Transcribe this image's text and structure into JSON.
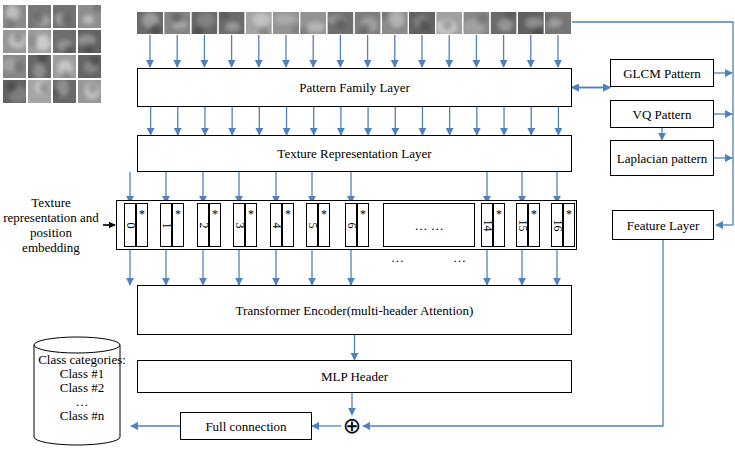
{
  "diagram": {
    "nodes": [
      {
        "text": [
          "Pattern Family Layer"
        ]
      },
      {
        "text": [
          "GLCM Pattern"
        ]
      },
      {
        "text": [
          "VQ Pattern"
        ]
      },
      {
        "text": [
          "Laplacian pattern"
        ]
      },
      {
        "text": [
          "Texture Representation Layer"
        ]
      },
      {
        "text": [
          "Texture representation and position embedding"
        ]
      },
      {
        "text": [
          "0"
        ],
        "in": 5
      },
      {
        "text": [
          "*"
        ],
        "in": 5
      },
      {
        "text": [
          "1"
        ],
        "in": 5
      },
      {
        "text": [
          "*"
        ],
        "in": 5
      },
      {
        "text": [
          "2"
        ],
        "in": 5
      },
      {
        "text": [
          "*"
        ],
        "in": 5
      },
      {
        "text": [
          "3"
        ],
        "in": 5
      },
      {
        "text": [
          "*"
        ],
        "in": 5
      },
      {
        "text": [
          "4"
        ],
        "in": 5
      },
      {
        "text": [
          "*"
        ],
        "in": 5
      },
      {
        "text": [
          "5"
        ],
        "in": 5
      },
      {
        "text": [
          "*"
        ],
        "in": 5
      },
      {
        "text": [
          "6"
        ],
        "in": 5
      },
      {
        "text": [
          "*"
        ],
        "in": 5
      },
      {
        "text": [
          "… …"
        ],
        "in": 5
      },
      {
        "text": [
          "14"
        ],
        "in": 5
      },
      {
        "text": [
          "*"
        ],
        "in": 5
      },
      {
        "text": [
          "15"
        ],
        "in": 5
      },
      {
        "text": [
          "*"
        ],
        "in": 5
      },
      {
        "text": [
          "16"
        ],
        "in": 5
      },
      {
        "text": [
          "*"
        ],
        "in": 5
      },
      {
        "text": [
          "Feature Layer"
        ]
      },
      {
        "text": [
          "Transformer Encoder(multi-header Attention)"
        ]
      },
      {
        "text": [
          "MLP Header"
        ]
      },
      {
        "text": [
          "⊕"
        ]
      },
      {
        "text": [
          "Full connection"
        ]
      },
      {
        "text": [
          "Class categories:",
          "Class #1",
          "Class #2",
          "…",
          "Class #n"
        ]
      }
    ],
    "edges": [
      {
        "from": 0,
        "to": 1,
        "arrow": "both"
      },
      {
        "from": 0,
        "to": 2,
        "arrow": "both"
      },
      {
        "from": 0,
        "to": 3,
        "arrow": "both"
      },
      {
        "from": 0,
        "to": 4,
        "arrow": "to"
      },
      {
        "from": 4,
        "to": 6,
        "arrow": "to"
      },
      {
        "from": 4,
        "to": 8,
        "arrow": "to"
      },
      {
        "from": 4,
        "to": 10,
        "arrow": "to"
      },
      {
        "from": 4,
        "to": 12,
        "arrow": "to"
      },
      {
        "from": 4,
        "to": 14,
        "arrow": "to"
      },
      {
        "from": 4,
        "to": 16,
        "arrow": "to"
      },
      {
        "from": 4,
        "to": 18,
        "arrow": "to"
      },
      {
        "from": 4,
        "to": 21,
        "arrow": "to"
      },
      {
        "from": 4,
        "to": 23,
        "arrow": "to"
      },
      {
        "from": 4,
        "to": 25,
        "arrow": "to"
      },
      {
        "from": 6,
        "to": 28,
        "arrow": "to"
      },
      {
        "from": 8,
        "to": 28,
        "arrow": "to"
      },
      {
        "from": 10,
        "to": 28,
        "arrow": "to"
      },
      {
        "from": 12,
        "to": 28,
        "arrow": "to"
      },
      {
        "from": 14,
        "to": 28,
        "arrow": "to"
      },
      {
        "from": 16,
        "to": 28,
        "arrow": "to"
      },
      {
        "from": 18,
        "to": 28,
        "arrow": "to"
      },
      {
        "from": 21,
        "to": 28,
        "arrow": "to"
      },
      {
        "from": 23,
        "to": 28,
        "arrow": "to"
      },
      {
        "from": 25,
        "to": 28,
        "arrow": "to"
      },
      {
        "from": 28,
        "to": 29,
        "arrow": "to"
      },
      {
        "from": 29,
        "to": 30,
        "arrow": "to"
      },
      {
        "from": 27,
        "to": 30,
        "arrow": "to"
      },
      {
        "from": 30,
        "to": 31,
        "arrow": "to"
      },
      {
        "from": 31,
        "to": 32,
        "arrow": "to"
      }
    ],
    "labels": [
      "…",
      "…"
    ]
  }
}
